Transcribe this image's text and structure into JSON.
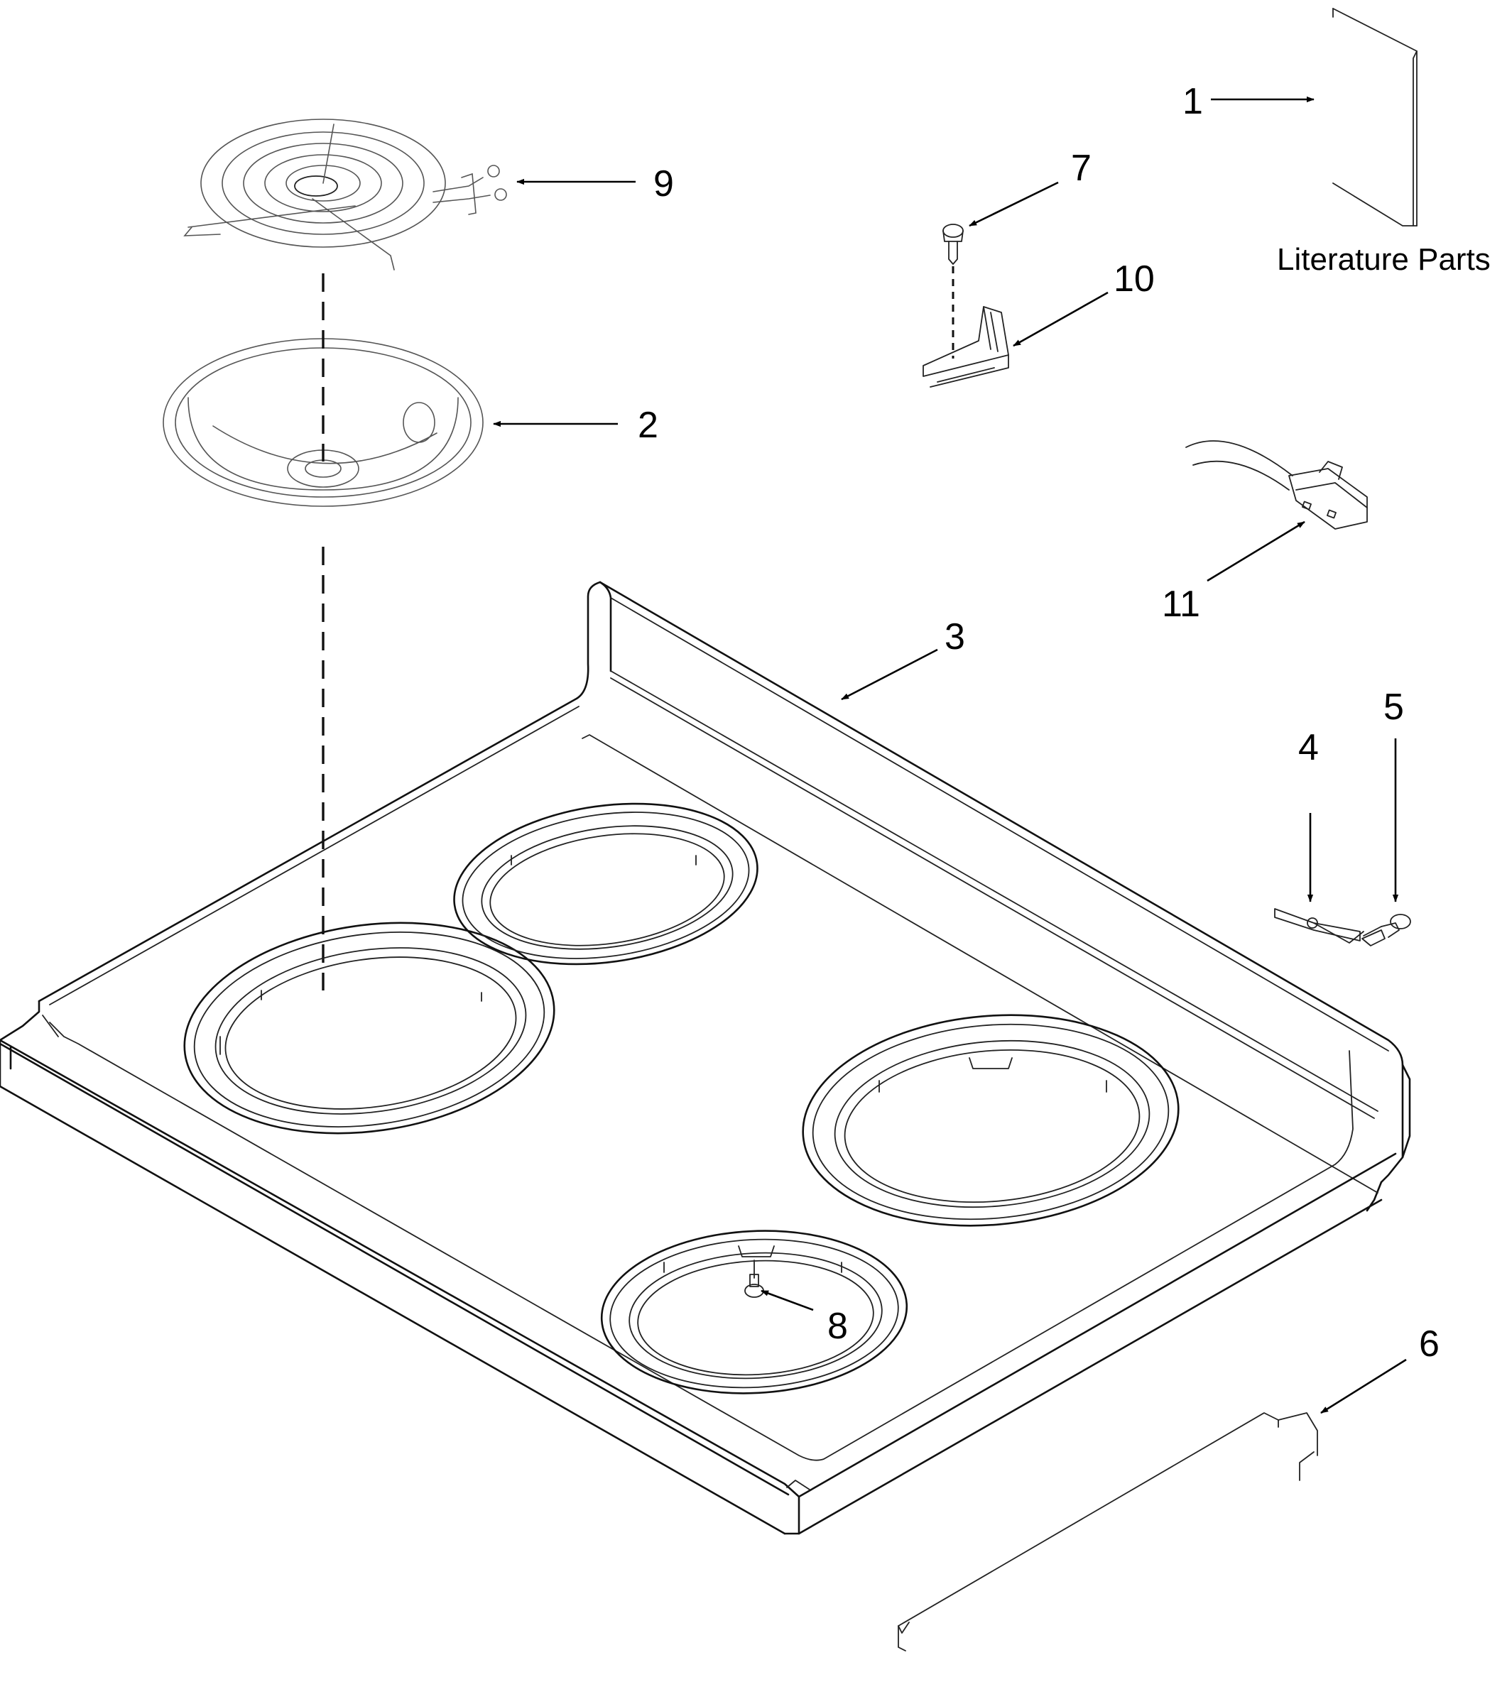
{
  "diagram": {
    "callouts": {
      "c1": "1",
      "c2": "2",
      "c3": "3",
      "c4": "4",
      "c5": "5",
      "c6": "6",
      "c7": "7",
      "c8": "8",
      "c9": "9",
      "c10": "10",
      "c11": "11"
    },
    "literature_caption": "Literature Parts"
  }
}
